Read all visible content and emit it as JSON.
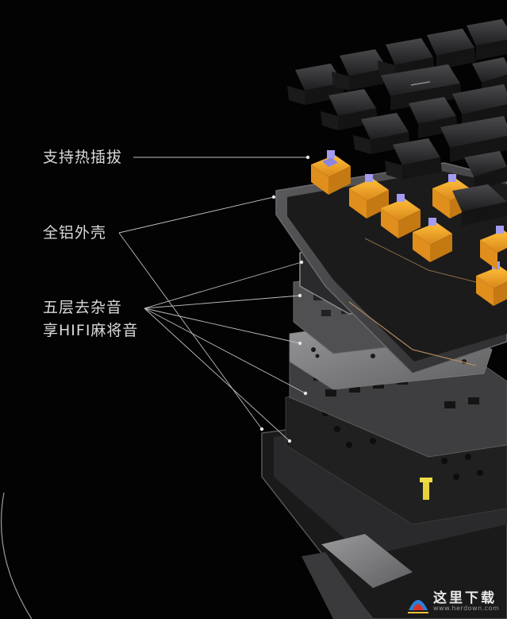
{
  "labels": {
    "hotswap": "支持热插拔",
    "shell": "全铝外壳",
    "noise_line1": "五层去杂音",
    "noise_line2": "享HIFI麻将音"
  },
  "watermark": {
    "title": "这里下载",
    "url": "www.herdown.com"
  },
  "colors": {
    "background": "#030303",
    "keycap": "#2b2b2d",
    "switch_housing": "#f2a524",
    "switch_stem": "#8d86e0",
    "aluminum": "#4a4a4c",
    "foam": "#1e1e1e",
    "leader_line": "#bdbdbd"
  }
}
